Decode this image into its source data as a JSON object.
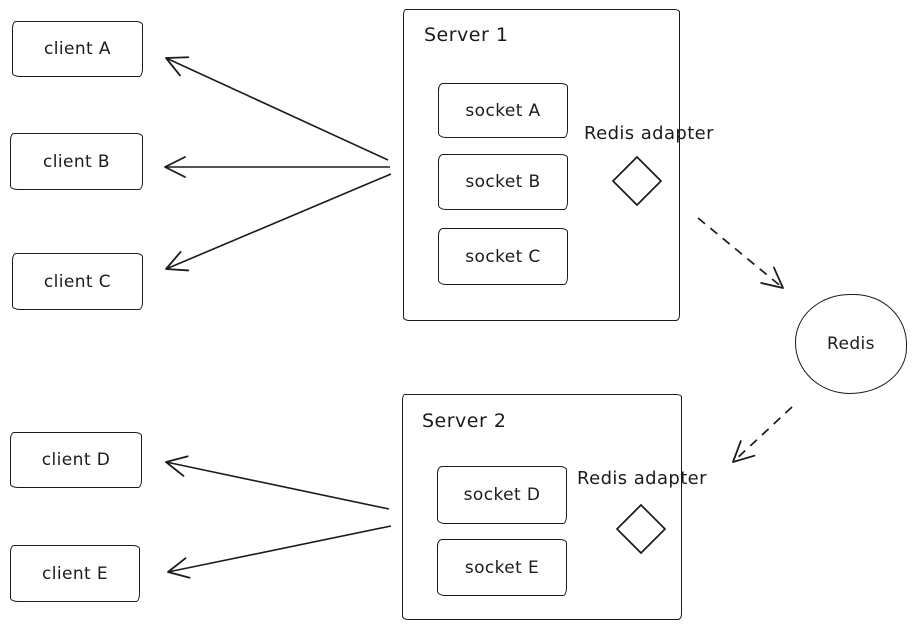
{
  "diagram": {
    "title_hidden": "",
    "colors": {
      "stroke": "#1b1b1b",
      "background": "#ffffff"
    },
    "clients": [
      {
        "label": "client A"
      },
      {
        "label": "client B"
      },
      {
        "label": "client C"
      },
      {
        "label": "client D"
      },
      {
        "label": "client E"
      }
    ],
    "servers": [
      {
        "title": "Server 1",
        "adapter_label": "Redis adapter",
        "sockets": [
          "socket A",
          "socket B",
          "socket C"
        ]
      },
      {
        "title": "Server 2",
        "adapter_label": "Redis adapter",
        "sockets": [
          "socket D",
          "socket E"
        ]
      }
    ],
    "redis": {
      "label": "Redis"
    }
  }
}
